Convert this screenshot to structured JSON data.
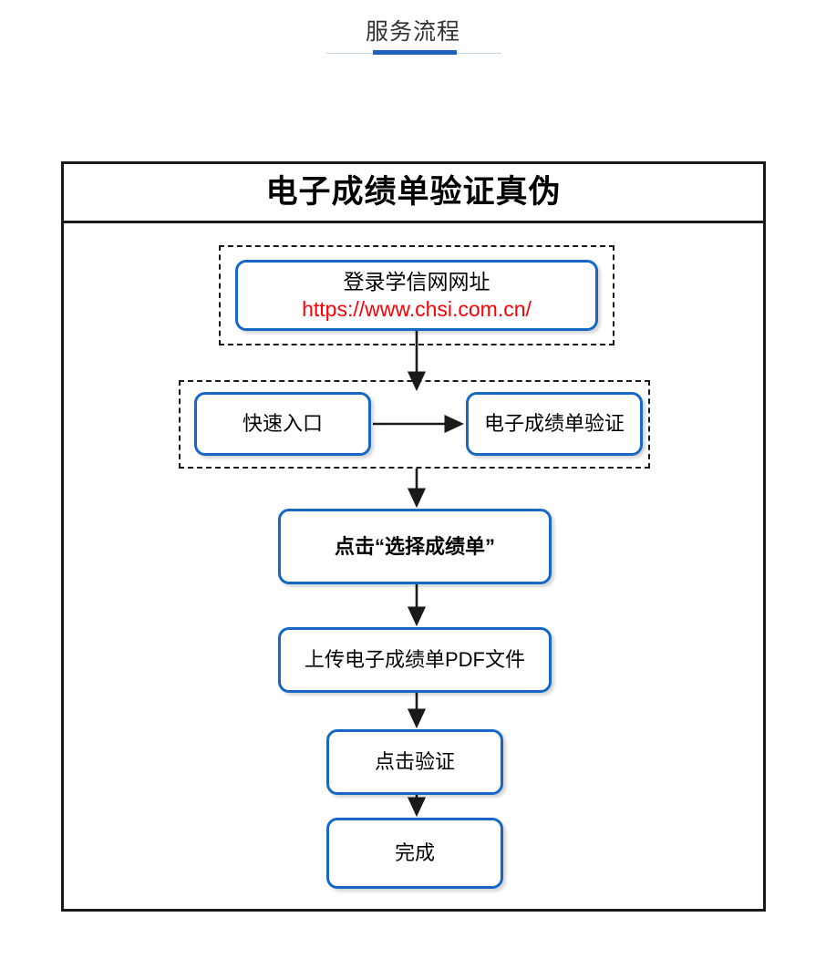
{
  "page_header": {
    "title": "服务流程",
    "accent_color": "#1f61bd",
    "rule_color": "#c9d8ea"
  },
  "diagram": {
    "title": "电子成绩单验证真伪",
    "frame_border_color": "#1a1a1a",
    "node_border_color": "#1668c4",
    "url_color": "#fb0007",
    "groups": [
      {
        "name": "login-group",
        "dashed": true
      },
      {
        "name": "entry-group",
        "dashed": true
      }
    ],
    "nodes": [
      {
        "id": "login-url",
        "line1": "登录学信网网址",
        "line2": "https://www.chsi.com.cn/"
      },
      {
        "id": "quick-entry",
        "label": "快速入口"
      },
      {
        "id": "electronic-transcript-verify",
        "label": "电子成绩单验证"
      },
      {
        "id": "select-transcript",
        "label": "点击“选择成绩单”"
      },
      {
        "id": "upload-pdf",
        "label": "上传电子成绩单PDF文件"
      },
      {
        "id": "click-verify",
        "label": "点击验证"
      },
      {
        "id": "finish",
        "label": "完成"
      }
    ],
    "connectors": [
      {
        "from": "login-url",
        "to": "quick-entry",
        "direction": "down"
      },
      {
        "from": "quick-entry",
        "to": "electronic-transcript-verify",
        "direction": "right"
      },
      {
        "from": "electronic-transcript-verify",
        "to": "select-transcript",
        "direction": "down"
      },
      {
        "from": "select-transcript",
        "to": "upload-pdf",
        "direction": "down"
      },
      {
        "from": "upload-pdf",
        "to": "click-verify",
        "direction": "down"
      },
      {
        "from": "click-verify",
        "to": "finish",
        "direction": "down"
      }
    ]
  }
}
